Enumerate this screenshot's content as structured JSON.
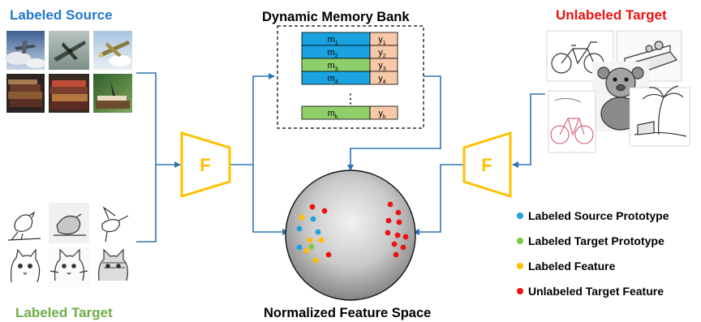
{
  "labels": {
    "labeled_source": "Labeled Source",
    "labeled_target": "Labeled Target",
    "unlabeled_target": "Unlabeled Target",
    "memory_bank_title": "Dynamic Memory Bank",
    "feature_space_title": "Normalized Feature Space",
    "encoder_label": "F"
  },
  "memory_bank": {
    "rows": [
      {
        "m": "m",
        "m_sub": "1",
        "y": "y",
        "y_sub": "1",
        "kind": "source"
      },
      {
        "m": "m",
        "m_sub": "2",
        "y": "y",
        "y_sub": "2",
        "kind": "source"
      },
      {
        "m": "m",
        "m_sub": "3",
        "y": "y",
        "y_sub": "3",
        "kind": "target"
      },
      {
        "m": "m",
        "m_sub": "4",
        "y": "y",
        "y_sub": "4",
        "kind": "source"
      }
    ],
    "ellipsis": "⋮",
    "last_row": {
      "m": "m",
      "m_sub": "k",
      "y": "y",
      "y_sub": "k",
      "kind": "target"
    }
  },
  "legend": [
    {
      "label": "Labeled Source Prototype",
      "color": "#1aa3e0"
    },
    {
      "label": "Labeled Target Prototype",
      "color": "#7ac943"
    },
    {
      "label": "Labeled Feature",
      "color": "#ffc000"
    },
    {
      "label": "Unlabeled Target Feature",
      "color": "#ee1111"
    }
  ],
  "colors": {
    "source_blue": "#1f78c8",
    "target_green": "#70ad47",
    "unlabeled_red": "#ee1111",
    "arrow": "#2e75b6",
    "encoder": "#ffc000",
    "row_source": "#1aa3e0",
    "row_target": "#8fcf6b",
    "label_cell": "#f8c9a8"
  },
  "images": {
    "labeled_source": [
      "airplane-painting-1",
      "airplane-painting-2",
      "airplane-painting-3",
      "books-painting-1",
      "books-painting-2",
      "books-painting-3"
    ],
    "labeled_target": [
      "bird-sketch-1",
      "bird-sketch-2",
      "bird-sketch-3",
      "cat-sketch-1",
      "cat-sketch-2",
      "cat-sketch-3"
    ],
    "unlabeled_target": [
      "bicycle-sketch",
      "cake-sketch",
      "teddy-bear-sketch",
      "bicycle-watercolor-sketch",
      "palm-tree-sketch"
    ]
  }
}
